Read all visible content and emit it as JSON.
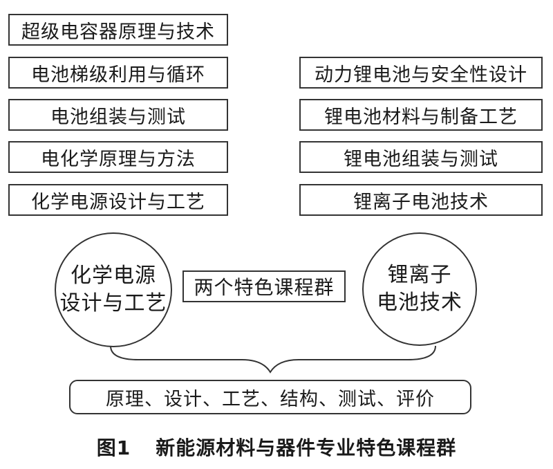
{
  "left_column": [
    "超级电容器原理与技术",
    "电池梯级利用与循环",
    "电池组装与测试",
    "电化学原理与方法",
    "化学电源设计与工艺"
  ],
  "right_column": [
    "动力锂电池与安全性设计",
    "锂电池材料与制备工艺",
    "锂电池组装与测试",
    "锂离子电池技术"
  ],
  "left_circle": {
    "line1": "化学电源",
    "line2": "设计与工艺"
  },
  "right_circle": {
    "line1": "锂离子",
    "line2": "电池技术"
  },
  "center_label": "两个特色课程群",
  "bottom_box": "原理、设计、工艺、结构、测试、评价",
  "caption": {
    "number": "图1",
    "title": "新能源材料与器件专业特色课程群"
  }
}
